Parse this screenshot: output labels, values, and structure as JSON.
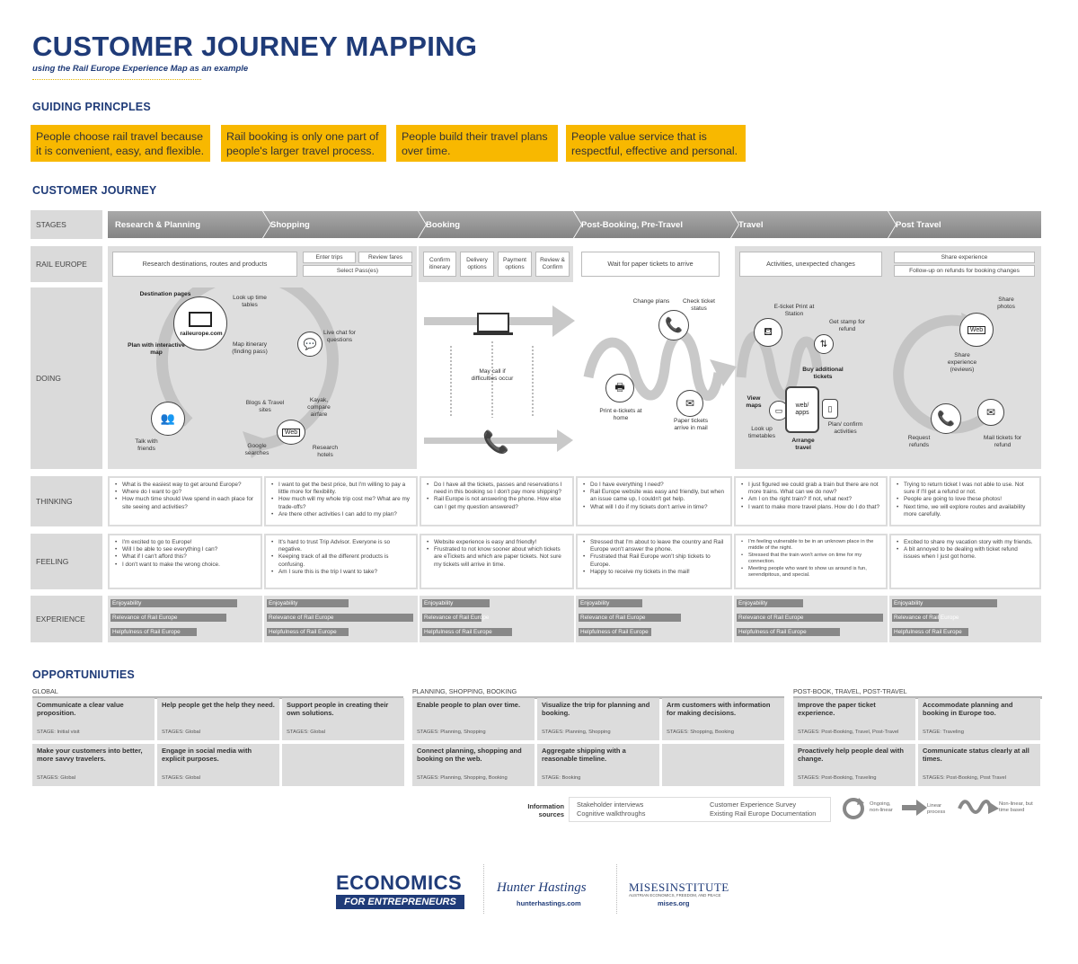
{
  "header": {
    "title": "CUSTOMER JOURNEY MAPPING",
    "subtitle": "using the Rail Europe Experience Map as an example"
  },
  "guiding": {
    "heading": "GUIDING PRINCPLES",
    "principles": [
      "People choose rail travel because it is convenient, easy, and flexible.",
      "Rail booking is only one part of people's larger travel process.",
      "People build their travel plans over time.",
      "People value service that is respectful, effective and personal."
    ]
  },
  "journey": {
    "heading": "CUSTOMER JOURNEY",
    "row_labels": {
      "stages": "STAGES",
      "rail": "RAIL EUROPE",
      "doing": "DOING",
      "thinking": "THINKING",
      "feeling": "FEELING",
      "experience": "EXPERIENCE"
    },
    "stages": [
      "Research & Planning",
      "Shopping",
      "Booking",
      "Post-Booking, Pre-Travel",
      "Travel",
      "Post Travel"
    ],
    "rail": {
      "research": "Research destinations, routes and products",
      "enter_trips": "Enter trips",
      "review_fares": "Review fares",
      "select_passes": "Select Pass(es)",
      "confirm_itinerary": "Confirm itinerary",
      "delivery_options": "Delivery options",
      "payment_options": "Payment options",
      "review_confirm": "Review & Confirm",
      "wait_paper": "Wait for paper tickets to arrive",
      "activities": "Activities, unexpected changes",
      "share_experience": "Share experience",
      "follow_up": "Follow-up on refunds for booking changes"
    },
    "doing": {
      "destination_pages": "Destination pages",
      "look_up_timetables": "Look up time tables",
      "raileurope": "raileurope.com",
      "plan_interactive": "Plan with interactive map",
      "map_itinerary": "Map itinerary (finding pass)",
      "live_chat": "Live chat for questions",
      "blogs": "Blogs & Travel sites",
      "kayak": "Kayak, compare airfare",
      "talk_friends": "Talk with friends",
      "google": "Google searches",
      "research_hotels": "Research hotels",
      "web": "Web",
      "may_call": "May call if difficulties occur",
      "change_plans": "Change plans",
      "check_status": "Check ticket status",
      "print_etickets": "Print e-tickets at home",
      "paper_tickets": "Paper tickets arrive in mail",
      "eticket_print": "E-ticket Print at Station",
      "get_stamp": "Get stamp for refund",
      "buy_additional": "Buy additional tickets",
      "view_maps": "View maps",
      "web_apps": "web/ apps",
      "look_up_timetables2": "Look up timetables",
      "arrange_travel": "Arrange travel",
      "plan_confirm": "Plan/ confirm activities",
      "share_photos": "Share photos",
      "share_reviews": "Share experience (reviews)",
      "request_refunds": "Request refunds",
      "mail_tickets": "Mail tickets for refund"
    },
    "thinking": [
      [
        "What is the easiest way to get around Europe?",
        "Where do I want to go?",
        "How much time should I/we spend in each place for site seeing and activities?"
      ],
      [
        "I want to get the best price, but I'm willing to pay a little more for flexibility.",
        "How much will my whole trip cost me? What are my trade-offs?",
        "Are there other activities I can add to my plan?"
      ],
      [
        "Do I have all the tickets, passes and reservations I need in this booking so I don't pay more shipping?",
        "Rail Europe is not answering the phone. How else can I get my question answered?"
      ],
      [
        "Do I have everything I need?",
        "Rail Europe website was easy and friendly, but when an issue came up, I couldn't get help.",
        "What will I do if my tickets don't arrive in time?"
      ],
      [
        "I just figured we could grab a train but there are not more trains. What can we do now?",
        "Am I on the right train? If not, what next?",
        "I want to make more travel plans. How do I do that?"
      ],
      [
        "Trying to return ticket I was not able to use. Not sure if I'll get a refund or not.",
        "People are going to love these photos!",
        "Next time, we will explore routes and availability more carefully."
      ]
    ],
    "feeling": [
      [
        "I'm excited to go to Europe!",
        "Will I be able to see everything I can?",
        "What if I can't afford this?",
        "I don't want to make the wrong choice."
      ],
      [
        "It's hard to trust Trip Advisor. Everyone is so negative.",
        "Keeping track of all the different products is confusing.",
        "Am I sure this is the trip I want to take?"
      ],
      [
        "Website experience is easy and friendly!",
        "Frustrated to not know sooner about which tickets are eTickets and which are paper tickets. Not sure my tickets will arrive in time."
      ],
      [
        "Stressed that I'm about to leave the country and Rail Europe won't answer the phone.",
        "Frustrated that Rail Europe won't ship tickets to Europe.",
        "Happy to receive my tickets in the mail!"
      ],
      [
        "I'm feeling vulnerable to be in an unknown place in the middle of the night.",
        "Stressed that the train won't arrive on time for my connection.",
        "Meeting people who want to show us around is fun, serendipitous, and special."
      ],
      [
        "Excited to share my vacation story with my friends.",
        "A bit annoyed to be dealing with ticket refund issues when I just got home."
      ]
    ],
    "experience_labels": [
      "Enjoyability",
      "Relevance of Rail Europe",
      "Helpfulness of Rail Europe"
    ],
    "experience_values": [
      [
        0.85,
        0.78,
        0.58
      ],
      [
        0.55,
        0.99,
        0.55
      ],
      [
        0.45,
        0.4,
        0.6
      ],
      [
        0.42,
        0.68,
        0.48
      ],
      [
        0.45,
        0.99,
        0.7
      ],
      [
        0.72,
        0.32,
        0.52
      ]
    ]
  },
  "opportunities": {
    "heading": "OPPORTUNIUTIES",
    "groups": [
      "GLOBAL",
      "PLANNING, SHOPPING, BOOKING",
      "POST-BOOK, TRAVEL, POST-TRAVEL"
    ],
    "items": [
      {
        "title": "Communicate a clear value proposition.",
        "stages": "STAGE: Initial visit"
      },
      {
        "title": "Help people get the help they need.",
        "stages": "STAGES: Global"
      },
      {
        "title": "Support people in creating their own solutions.",
        "stages": "STAGES: Global"
      },
      {
        "title": "Make your customers into better, more savvy travelers.",
        "stages": "STAGES: Global"
      },
      {
        "title": "Engage in social media with explicit purposes.",
        "stages": "STAGES: Global"
      },
      {
        "title": "Enable people to plan over time.",
        "stages": "STAGES: Planning, Shopping"
      },
      {
        "title": "Visualize the trip for planning and booking.",
        "stages": "STAGES: Planning, Shopping"
      },
      {
        "title": "Arm customers with information for making decisions.",
        "stages": "STAGES: Shopping, Booking"
      },
      {
        "title": "Connect planning, shopping and booking on the web.",
        "stages": "STAGES: Planning, Shopping, Booking"
      },
      {
        "title": "Aggregate shipping with a reasonable timeline.",
        "stages": "STAGE: Booking"
      },
      {
        "title": "Improve the paper ticket experience.",
        "stages": "STAGES: Post-Booking, Travel, Post-Travel"
      },
      {
        "title": "Accommodate planning and booking in Europe too.",
        "stages": "STAGE: Traveling"
      },
      {
        "title": "Proactively help people deal with change.",
        "stages": "STAGES: Post-Booking, Traveling"
      },
      {
        "title": "Communicate status clearly at all times.",
        "stages": "STAGES: Post-Booking, Post Travel"
      }
    ]
  },
  "legend": {
    "info_label": "Information sources",
    "sources_left": [
      "Stakeholder interviews",
      "Cognitive walkthroughs"
    ],
    "sources_right": [
      "Customer Experience Survey",
      "Existing Rail Europe Documentation"
    ],
    "ongoing": "Ongoing, non-linear",
    "linear": "Linear process",
    "nonlinear": "Non-linear, but time based"
  },
  "footer": {
    "econ_line1": "ECONOMICS",
    "econ_line2": "FOR ENTREPRENEURS",
    "hunter_name": "Hunter Hastings",
    "hunter_url": "hunterhastings.com",
    "mises_name": "MISESINSTITUTE",
    "mises_tag": "AUSTRIAN ECONOMICS, FREEDOM, AND PEACE",
    "mises_url": "mises.org"
  },
  "colors": {
    "navy": "#1f3b78",
    "gold": "#f8b800",
    "stage_gray": "#999999"
  }
}
